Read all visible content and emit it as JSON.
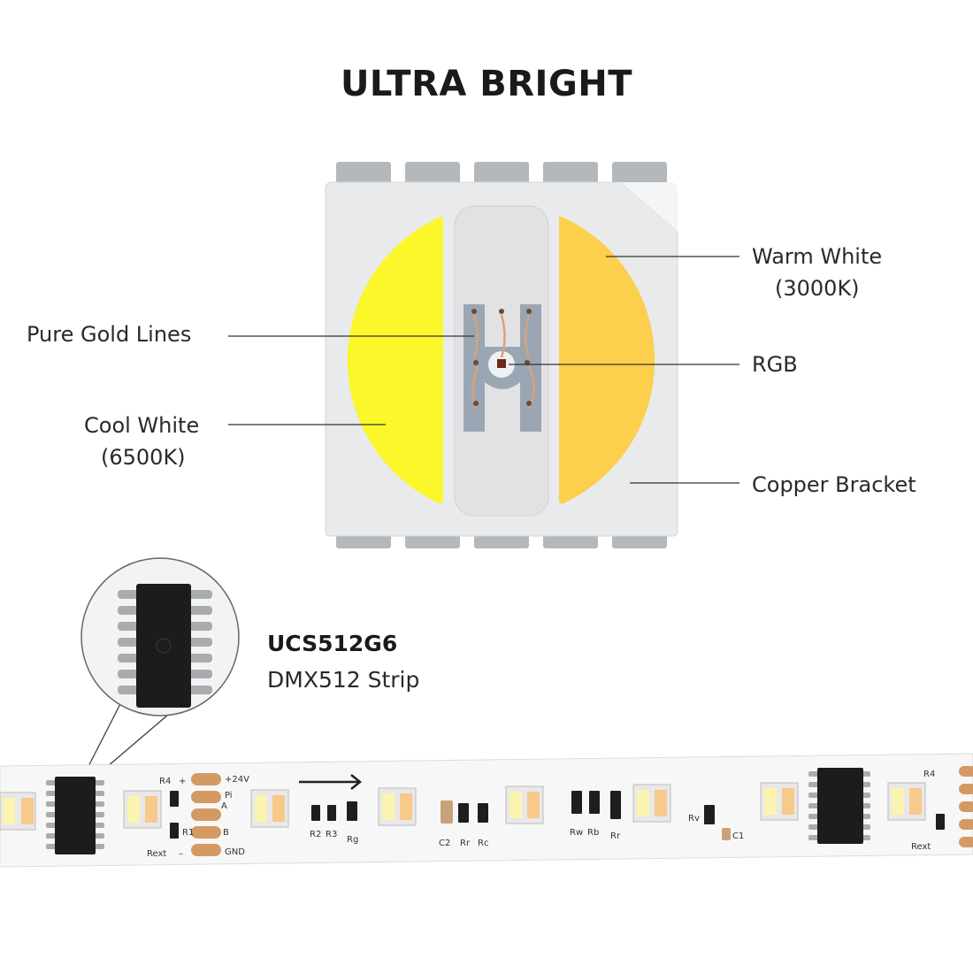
{
  "title": "ULTRA BRIGHT",
  "led_labels": {
    "warm_white_line1": "Warm White",
    "warm_white_line2": "(3000K)",
    "pure_gold_lines": "Pure Gold Lines",
    "rgb": "RGB",
    "cool_white_line1": "Cool White",
    "cool_white_line2": "(6500K)",
    "copper_bracket": "Copper Bracket"
  },
  "chip": {
    "name": "UCS512G6",
    "description": "DMX512 Strip"
  },
  "strip_silkscreen": {
    "v24": "+24V",
    "pi": "Pi",
    "a": "A",
    "b": "B",
    "gnd": "GND",
    "r4": "R4",
    "r1": "R1",
    "rext": "Rext",
    "plus": "+",
    "minus": "–",
    "r2": "R2",
    "r3": "R3",
    "rg": "Rg",
    "c2": "C2",
    "rr": "Rr",
    "rc": "Rc",
    "rw": "Rw",
    "rb": "Rb",
    "rr2": "Rr",
    "rv": "Rv",
    "c1": "C1",
    "r4_right": "R4",
    "rext_right": "Rext"
  },
  "colors": {
    "cool_white": "#fbf72a",
    "warm_white": "#fccf4c",
    "copper": "#d8a27a",
    "chip_body": "#1c1c1c",
    "pcb": "#f7f7f7",
    "lead": "#b9bcbf"
  }
}
